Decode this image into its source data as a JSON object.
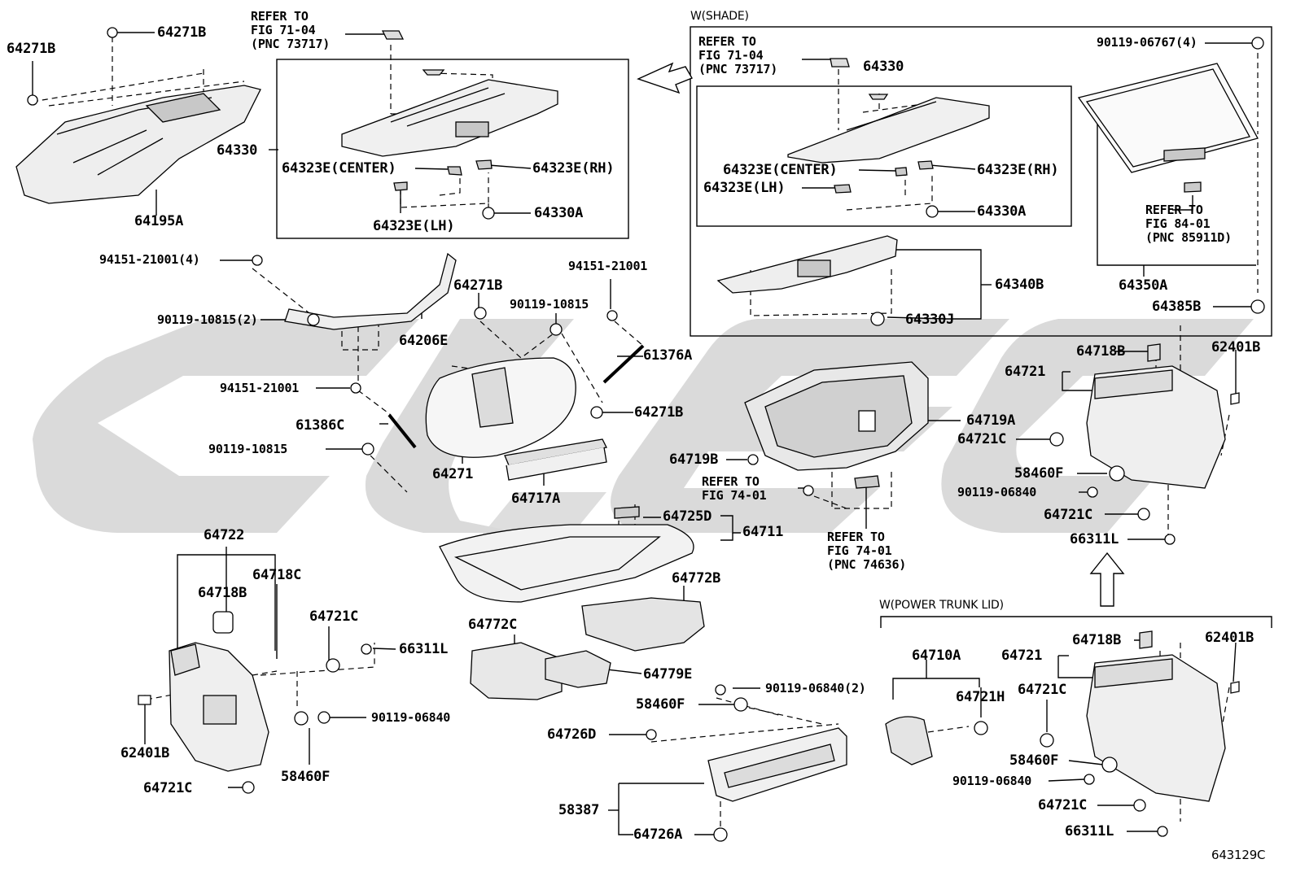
{
  "sections": {
    "shade": "W(SHADE)",
    "power_trunk_lid": "W(POWER TRUNK LID)"
  },
  "diagram_code": "643129C",
  "references": {
    "fig_71_04_main": "REFER TO\nFIG 71-04\n(PNC 73717)",
    "fig_71_04_shade": "REFER TO\nFIG 71-04\n(PNC 73717)",
    "fig_84_01": "REFER TO\nFIG 84-01\n(PNC 85911D)",
    "fig_74_01_a": "REFER TO\nFIG 74-01",
    "fig_74_01_b": "REFER TO\nFIG 74-01\n(PNC 74636)"
  },
  "parts": {
    "p64271B_a": "64271B",
    "p64271B_b": "64271B",
    "p64195A": "64195A",
    "p64330_main": "64330",
    "p64323E_center_main": "64323E(CENTER)",
    "p64323E_rh_main": "64323E(RH)",
    "p64323E_lh_main": "64323E(LH)",
    "p64330A_main": "64330A",
    "p90119_06767": "90119-06767(4)",
    "p64330_shade": "64330",
    "p64323E_center_shade": "64323E(CENTER)",
    "p64323E_rh_shade": "64323E(RH)",
    "p64323E_lh_shade": "64323E(LH)",
    "p64330A_shade": "64330A",
    "p64340B": "64340B",
    "p64330J": "64330J",
    "p64350A": "64350A",
    "p64385B": "64385B",
    "p94151_21001_4": "94151-21001(4)",
    "p64206E": "64206E",
    "p90119_10815_2": "90119-10815(2)",
    "p94151_21001_a": "94151-21001",
    "p61386C": "61386C",
    "p90119_10815_a": "90119-10815",
    "p64271B_c": "64271B",
    "p90119_10815_b": "90119-10815",
    "p94151_21001_b": "94151-21001",
    "p61376A": "61376A",
    "p64271B_d": "64271B",
    "p64271": "64271",
    "p64717A": "64717A",
    "p64725D": "64725D",
    "p64711": "64711",
    "p64719A": "64719A",
    "p64719B": "64719B",
    "p64718B_a": "64718B",
    "p62401B_a": "62401B",
    "p64721_a": "64721",
    "p64721C_a": "64721C",
    "p58460F_a": "58460F",
    "p90119_06840_a": "90119-06840",
    "p64721C_b": "64721C",
    "p66311L_a": "66311L",
    "p64722": "64722",
    "p64718B_b": "64718B",
    "p64718C": "64718C",
    "p64721C_c": "64721C",
    "p66311L_b": "66311L",
    "p90119_06840_b": "90119-06840",
    "p62401B_b": "62401B",
    "p58460F_b": "58460F",
    "p64721C_d": "64721C",
    "p64772B": "64772B",
    "p64772C": "64772C",
    "p64779E": "64779E",
    "p90119_06840_2": "90119-06840(2)",
    "p58460F_c": "58460F",
    "p64726D": "64726D",
    "p58387": "58387",
    "p64726A": "64726A",
    "p64710A": "64710A",
    "p64721H": "64721H",
    "p64718B_c": "64718B",
    "p62401B_c": "62401B",
    "p64721_b": "64721",
    "p64721C_e": "64721C",
    "p58460F_d": "58460F",
    "p90119_06840_c": "90119-06840",
    "p64721C_f": "64721C",
    "p66311L_c": "66311L"
  },
  "colors": {
    "ink": "#000000",
    "watermark": "#d4d4d4",
    "part_fill": "#f2f2f2",
    "part_shade": "#bdbdbd"
  }
}
